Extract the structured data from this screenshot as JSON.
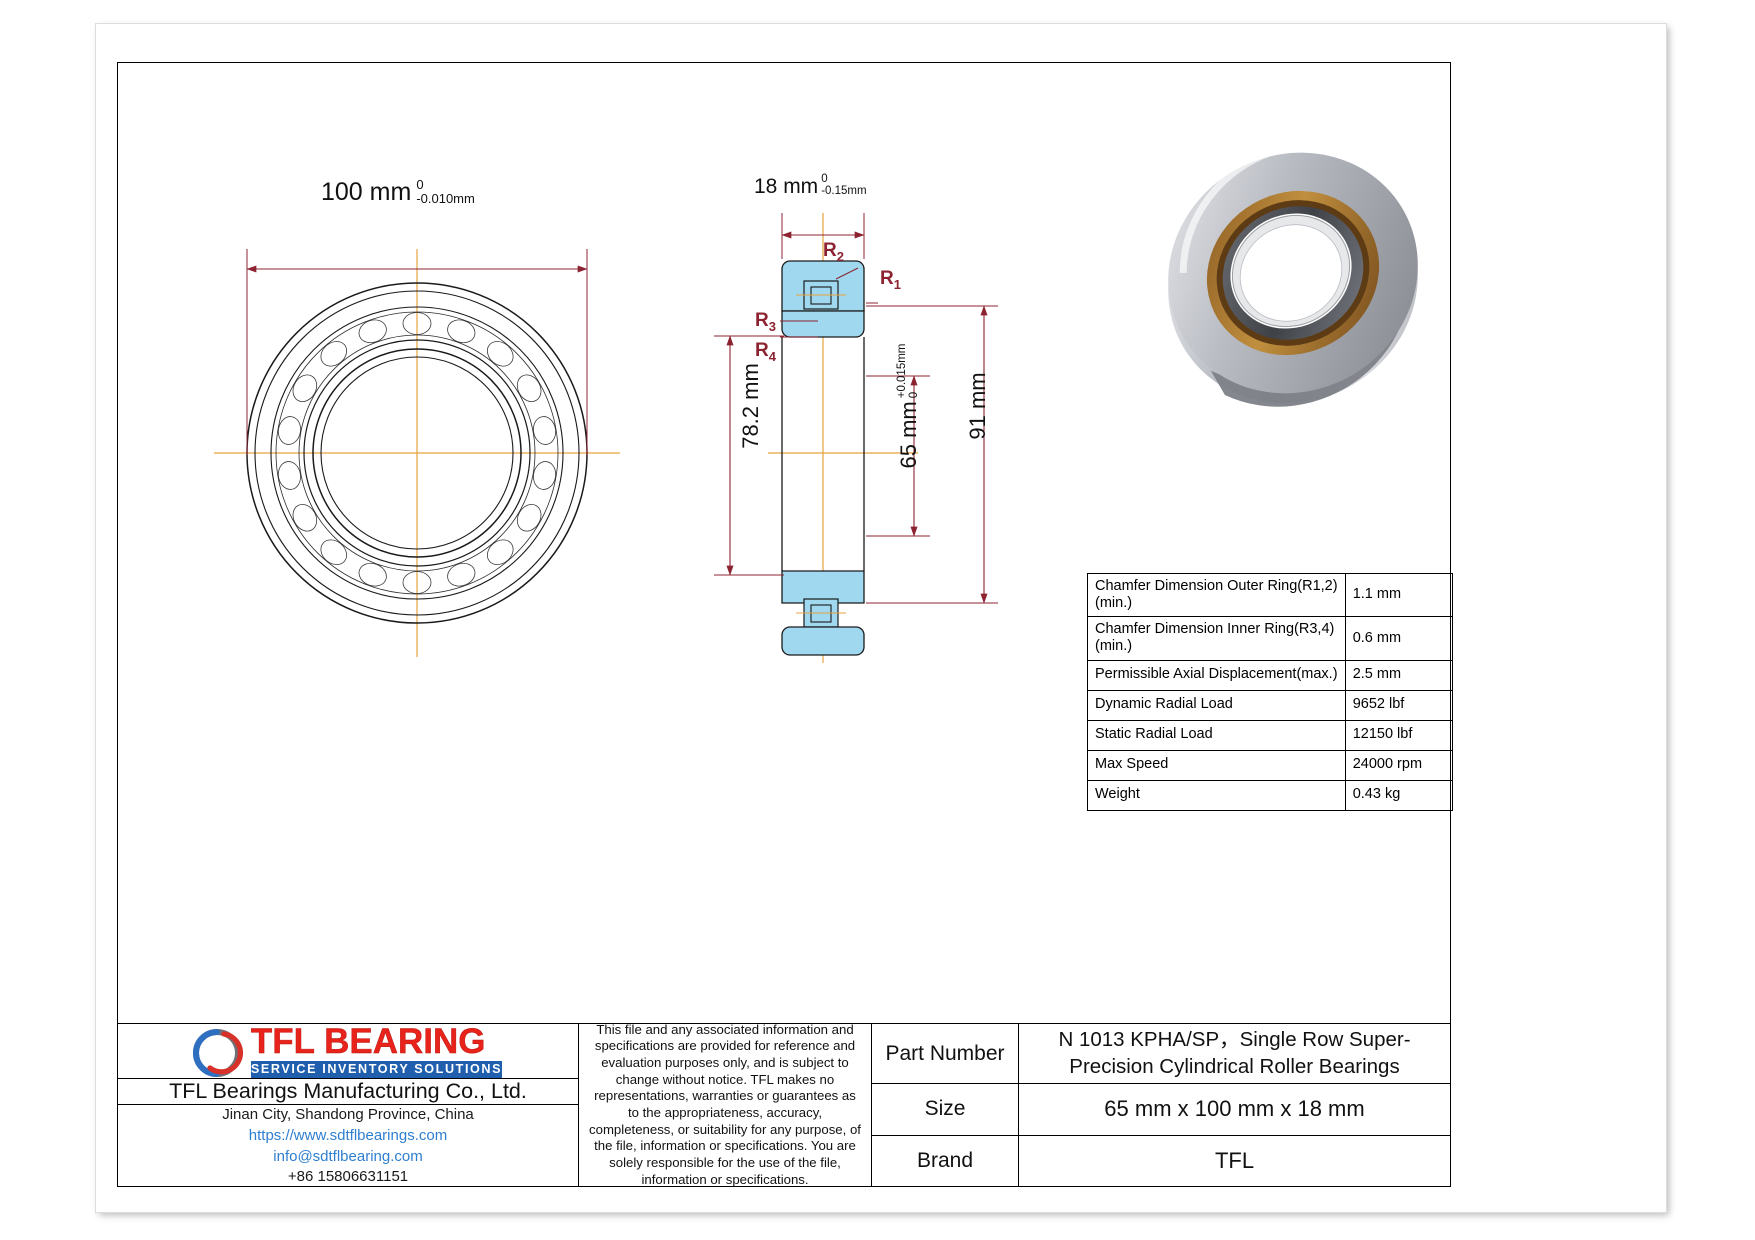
{
  "drawing": {
    "front_view": {
      "width_dim": "100 mm",
      "tol_upper": "0",
      "tol_lower": "-0.010mm"
    },
    "section_view": {
      "width_dim": "18 mm",
      "width_tol_upper": "0",
      "width_tol_lower": "-0.15mm",
      "bore_dim": "65 mm",
      "bore_tol_upper": "+0.015mm",
      "bore_tol_lower": "0",
      "shoulder_dim": "78.2 mm",
      "outer_dim": "91 mm",
      "chamfer_labels": [
        "R",
        "R",
        "R",
        "R"
      ],
      "chamfer_label_1": "R",
      "chamfer_sub_1": "2",
      "chamfer_label_2": "R",
      "chamfer_sub_2": "1",
      "chamfer_label_3": "R",
      "chamfer_sub_3": "3",
      "chamfer_label_4": "R",
      "chamfer_sub_4": "4"
    }
  },
  "specs": {
    "rows": [
      {
        "label": "Chamfer Dimension Outer Ring(R1,2)(min.)",
        "value": "1.1 mm"
      },
      {
        "label": "Chamfer Dimension Inner Ring(R3,4)(min.)",
        "value": "0.6 mm"
      },
      {
        "label": "Permissible Axial Displacement(max.)",
        "value": "2.5 mm"
      },
      {
        "label": "Dynamic Radial Load",
        "value": "9652 lbf"
      },
      {
        "label": "Static Radial Load",
        "value": "12150 lbf"
      },
      {
        "label": "Max Speed",
        "value": "24000 rpm"
      },
      {
        "label": "Weight",
        "value": "0.43 kg"
      }
    ]
  },
  "title_block": {
    "logo": {
      "main_text": "TFL BEARING",
      "sub_text": "SERVICE INVENTORY SOLUTIONS"
    },
    "company_name": "TFL Bearings Manufacturing Co., Ltd.",
    "address": "Jinan City, Shandong Province, China",
    "website": "https://www.sdtflbearings.com",
    "email": "info@sdtflbearing.com",
    "phone": "+86 15806631151",
    "disclaimer": "This file and any associated information and specifications are provided for reference and evaluation purposes only, and is subject to change without notice. TFL makes no representations, warranties or guarantees as to the appropriateness, accuracy, completeness, or suitability for any purpose, of the file, information or specifications.  You are solely responsible for the use of the file, information or specifications.",
    "fields": [
      {
        "label": "Part Number",
        "value": "N 1013 KPHA/SP，Single Row Super-Precision Cylindrical Roller Bearings"
      },
      {
        "label": "Size",
        "value": "65 mm x 100 mm x 18 mm"
      },
      {
        "label": "Brand",
        "value": "TFL"
      }
    ]
  },
  "colors": {
    "dim_line": "#8c2331",
    "center_line": "#e8a33d",
    "section_fill": "#9fd8ef",
    "logo_red": "#e8231c",
    "logo_blue": "#1f5fae",
    "link_blue": "#2e7fd0"
  }
}
